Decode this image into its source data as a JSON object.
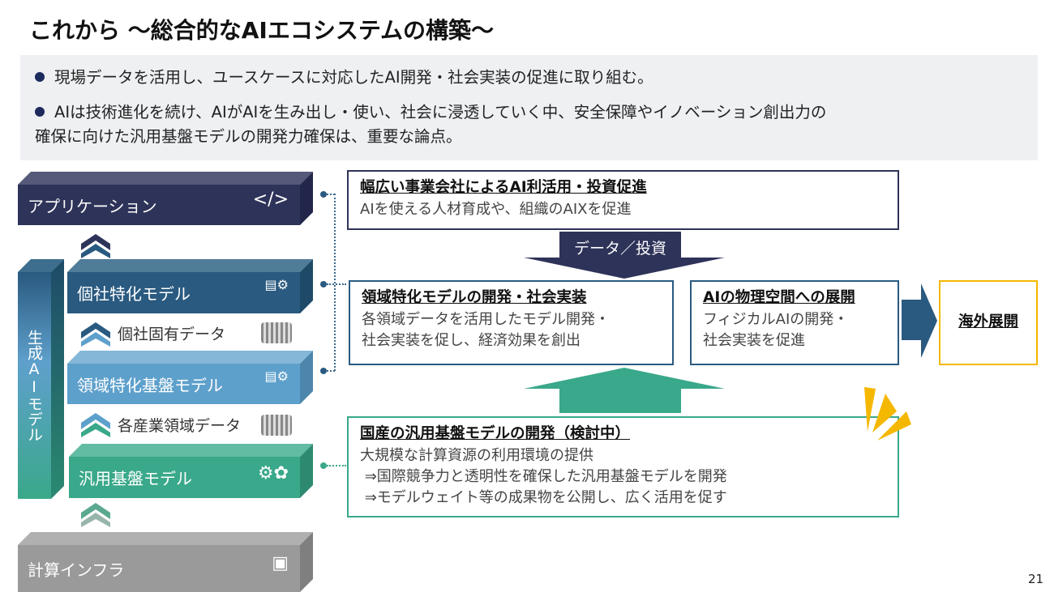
{
  "title": "これから ～総合的なAIエコシステムの構築～",
  "summary": {
    "bullets": [
      "現場データを活用し、ユースケースに対応したAI開発・社会実装の促進に取り組む。",
      "AIは技術進化を続け、AIがAIを生み出し・使い、社会に浸透していく中、安全保障やイノベーション創出力の",
      "確保に向けた汎用基盤モデルの開発力確保は、重要な論点。"
    ]
  },
  "stack": {
    "application": "アプリケーション",
    "vertical_label": "生成AIモデル",
    "company_model": "個社特化モデル",
    "company_data": "個社固有データ",
    "domain_model": "領域特化基盤モデル",
    "industry_data": "各産業領域データ",
    "foundation_model": "汎用基盤モデル",
    "infra": "計算インフラ"
  },
  "boxes": {
    "utilization": {
      "heading": "幅広い事業会社によるAI利活用・投資促進",
      "text": "AIを使える人材育成や、組織のAIXを促進"
    },
    "arrow_down_label": "データ／投資",
    "domain": {
      "heading": "領域特化モデルの開発・社会実装",
      "lines": [
        "各領域データを活用したモデル開発・",
        "社会実装を促し、経済効果を創出"
      ]
    },
    "physical": {
      "heading": "AIの物理空間への展開",
      "lines": [
        "フィジカルAIの開発・",
        "社会実装を促進"
      ]
    },
    "overseas": {
      "heading": "海外展開"
    },
    "domestic": {
      "heading": "国産の汎用基盤モデルの開発（検討中）",
      "lines": [
        "大規模な計算資源の利用環境の提供",
        " ⇒国際競争力と透明性を確保した汎用基盤モデルを開発",
        " ⇒モデルウェイト等の成果物を公開し、広く活用を促す"
      ]
    }
  },
  "page_number": "21",
  "colors": {
    "navy": "#2e3359",
    "blue": "#2a5a80",
    "light_blue": "#5ea0cc",
    "green": "#3aa88a",
    "gray": "#9a9a9a",
    "yellow": "#f5b800"
  }
}
